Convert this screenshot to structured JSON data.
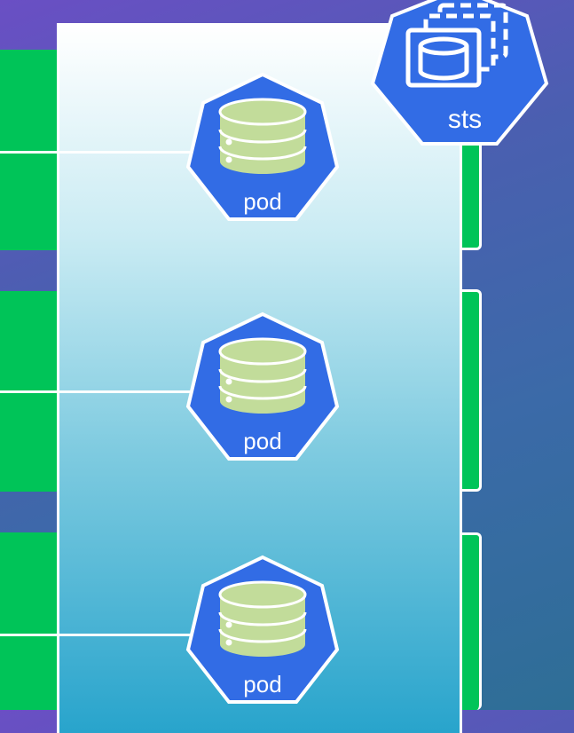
{
  "diagram": {
    "pods": [
      {
        "label": "pod"
      },
      {
        "label": "pod"
      },
      {
        "label": "pod"
      }
    ],
    "statefulset": {
      "label": "sts"
    }
  },
  "colors": {
    "node_blue": "#326ce5",
    "green": "#00c458",
    "db_green": "#c2dc9a"
  }
}
